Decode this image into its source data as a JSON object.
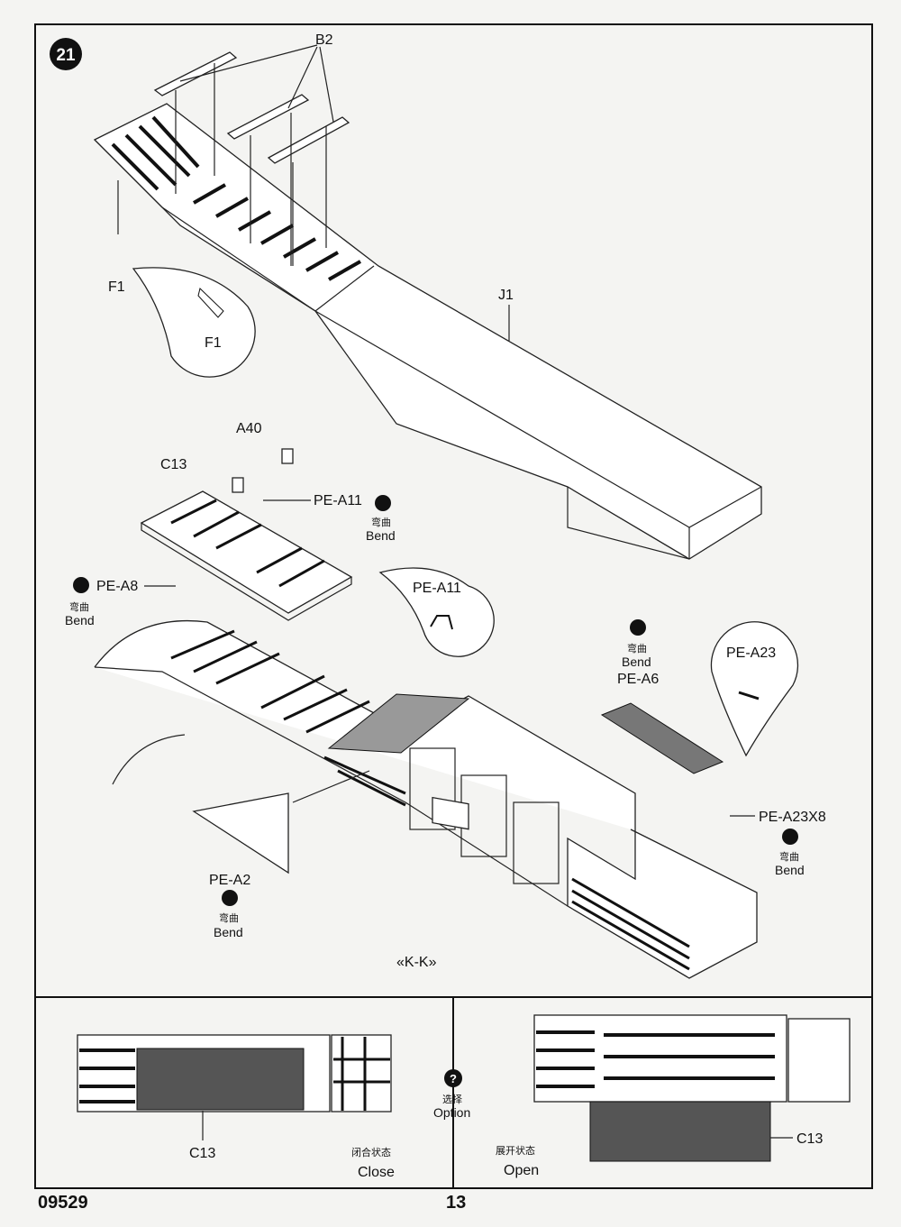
{
  "step": {
    "number": "21"
  },
  "labels": {
    "b2": "B2",
    "f1": "F1",
    "f1_callout": "F1",
    "j1": "J1",
    "a40": "A40",
    "c13": "C13",
    "pe_a11": "PE-A11",
    "pe_a11_callout": "PE-A11",
    "pe_a8": "PE-A8",
    "pe_a6": "PE-A6",
    "pe_a23_callout": "PE-A23",
    "pe_a23x8": "PE-A23X8",
    "pe_a2": "PE-A2",
    "section": "«K-K»"
  },
  "bend": {
    "cn": "弯曲",
    "en": "Bend"
  },
  "option": {
    "cn": "选择",
    "en": "Option"
  },
  "bottom": {
    "left": {
      "part": "C13",
      "state_cn": "闭合状态",
      "state_en": "Close"
    },
    "right": {
      "part": "C13",
      "state_cn": "展开状态",
      "state_en": "Open"
    }
  },
  "footer": {
    "code": "09529",
    "page": "13"
  }
}
